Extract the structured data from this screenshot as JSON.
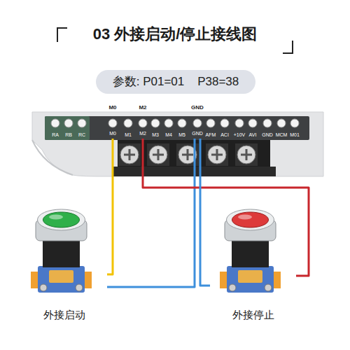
{
  "diagram": {
    "title": "03 外接启动/停止接线图",
    "nodes": [
      {
        "text": [
          "参数: P01=01    P38=38"
        ]
      },
      {
        "text": [
          "M0"
        ]
      },
      {
        "text": [
          "M2"
        ]
      },
      {
        "text": [
          "GND"
        ]
      },
      {
        "text": [
          "外接启动"
        ]
      },
      {
        "text": [
          "外接停止"
        ]
      }
    ],
    "edges": [
      {
        "from": 1,
        "to": 4,
        "arrow": "none"
      },
      {
        "from": 4,
        "to": 3,
        "arrow": "none"
      },
      {
        "from": 2,
        "to": 5,
        "arrow": "none"
      },
      {
        "from": 5,
        "to": 3,
        "arrow": "none"
      }
    ],
    "labels": [
      "M0",
      "M2",
      "GND",
      "RA",
      "RB",
      "RC",
      "M1",
      "M3",
      "M4",
      "M5",
      "AFM",
      "ACI",
      "+10V",
      "AVI",
      "GND",
      "MCM",
      "M01"
    ]
  }
}
